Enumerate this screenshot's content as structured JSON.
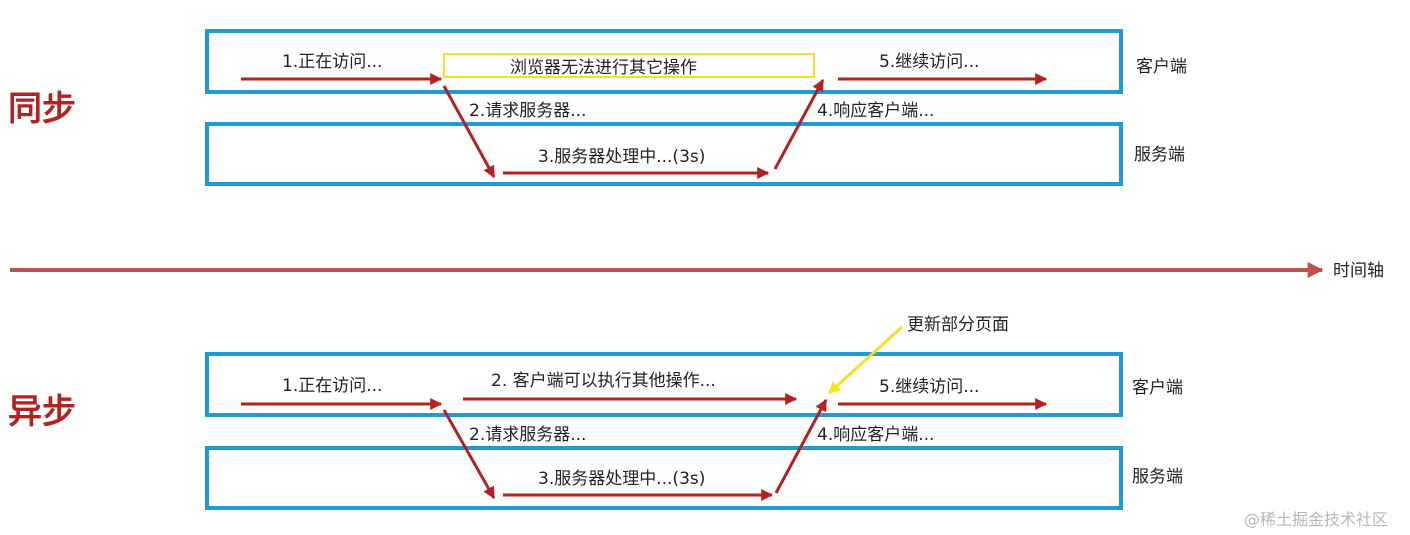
{
  "sync": {
    "title": "同步",
    "client_label": "客户端",
    "server_label": "服务端",
    "step1": "1.正在访问...",
    "blocked": "浏览器无法进行其它操作",
    "step2": "2.请求服务器...",
    "step3": "3.服务器处理中...(3s)",
    "step4": "4.响应客户端...",
    "step5": "5.继续访问..."
  },
  "timeline": {
    "label": "时间轴"
  },
  "async": {
    "title": "异步",
    "client_label": "客户端",
    "server_label": "服务端",
    "step1": "1.正在访问...",
    "client_op": "2. 客户端可以执行其他操作...",
    "step2": "2.请求服务器...",
    "step3": "3.服务器处理中...(3s)",
    "step4": "4.响应客户端...",
    "step5": "5.继续访问...",
    "update_note": "更新部分页面"
  },
  "watermark": "@稀土掘金技术社区",
  "colors": {
    "lane_border": "#1e9ad6",
    "arrow": "#b22222",
    "timeline": "#c0504d",
    "highlight": "#f5e21b",
    "callout": "#f5e21b",
    "section_title": "#b22222"
  }
}
